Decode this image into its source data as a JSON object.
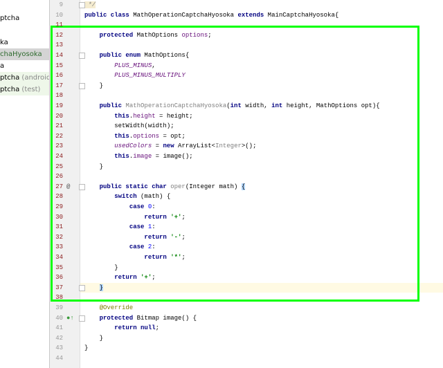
{
  "project_tree": [
    {
      "label": "ptcha",
      "suffix": "",
      "state": "normal"
    },
    {
      "label": "ka",
      "suffix": "",
      "state": "normal"
    },
    {
      "label": "chaHyosoka",
      "suffix": "",
      "state": "selected"
    },
    {
      "label": "a",
      "suffix": "",
      "state": "normal"
    },
    {
      "label": "ptcha",
      "suffix": " (androidTest)",
      "state": "test"
    },
    {
      "label": "ptcha",
      "suffix": " (test)",
      "state": "test"
    }
  ],
  "highlight_color": "#00ff00",
  "current_line": 37,
  "lines": [
    {
      "n": 9,
      "tokens": [
        {
          "t": " */",
          "c": "cmt"
        }
      ]
    },
    {
      "n": 10,
      "tokens": [
        {
          "t": "public class ",
          "c": "kw"
        },
        {
          "t": "MathOperationCaptchaHyosoka "
        },
        {
          "t": "extends ",
          "c": "kw"
        },
        {
          "t": "MainCaptchaHyosoka{"
        }
      ]
    },
    {
      "n": 11,
      "tokens": []
    },
    {
      "n": 12,
      "tokens": [
        {
          "t": "    protected ",
          "c": "kw"
        },
        {
          "t": "MathOptions "
        },
        {
          "t": "options",
          "c": "fld"
        },
        {
          "t": ";"
        }
      ]
    },
    {
      "n": 13,
      "tokens": []
    },
    {
      "n": 14,
      "tokens": [
        {
          "t": "    public enum ",
          "c": "kw"
        },
        {
          "t": "MathOptions{"
        }
      ]
    },
    {
      "n": 15,
      "tokens": [
        {
          "t": "        "
        },
        {
          "t": "PLUS_MINUS",
          "c": "ifld"
        },
        {
          "t": ","
        }
      ]
    },
    {
      "n": 16,
      "tokens": [
        {
          "t": "        "
        },
        {
          "t": "PLUS_MINUS_MULTIPLY",
          "c": "ifld"
        }
      ]
    },
    {
      "n": 17,
      "tokens": [
        {
          "t": "    }"
        }
      ]
    },
    {
      "n": 18,
      "tokens": []
    },
    {
      "n": 19,
      "tokens": [
        {
          "t": "    public ",
          "c": "kw"
        },
        {
          "t": "MathOperationCaptchaHyosoka",
          "c": "gry"
        },
        {
          "t": "("
        },
        {
          "t": "int ",
          "c": "kw"
        },
        {
          "t": "width, "
        },
        {
          "t": "int ",
          "c": "kw"
        },
        {
          "t": "height, MathOptions opt){"
        }
      ]
    },
    {
      "n": 20,
      "tokens": [
        {
          "t": "        "
        },
        {
          "t": "this",
          "c": "kw"
        },
        {
          "t": "."
        },
        {
          "t": "height",
          "c": "fld"
        },
        {
          "t": " = height;"
        }
      ]
    },
    {
      "n": 21,
      "tokens": [
        {
          "t": "        setWidth(width);"
        }
      ]
    },
    {
      "n": 22,
      "tokens": [
        {
          "t": "        "
        },
        {
          "t": "this",
          "c": "kw"
        },
        {
          "t": "."
        },
        {
          "t": "options",
          "c": "fld"
        },
        {
          "t": " = opt;"
        }
      ]
    },
    {
      "n": 23,
      "tokens": [
        {
          "t": "        "
        },
        {
          "t": "usedColors",
          "c": "ifld"
        },
        {
          "t": " = "
        },
        {
          "t": "new ",
          "c": "kw"
        },
        {
          "t": "ArrayList<"
        },
        {
          "t": "Integer",
          "c": "gry"
        },
        {
          "t": ">();"
        }
      ]
    },
    {
      "n": 24,
      "tokens": [
        {
          "t": "        "
        },
        {
          "t": "this",
          "c": "kw"
        },
        {
          "t": "."
        },
        {
          "t": "image",
          "c": "fld"
        },
        {
          "t": " = image();"
        }
      ]
    },
    {
      "n": 25,
      "tokens": [
        {
          "t": "    }"
        }
      ]
    },
    {
      "n": 26,
      "tokens": []
    },
    {
      "n": 27,
      "tokens": [
        {
          "t": "    public static char ",
          "c": "kw"
        },
        {
          "t": "oper",
          "c": "gry"
        },
        {
          "t": "(Integer math) "
        },
        {
          "t": "{",
          "c": "brc"
        }
      ]
    },
    {
      "n": 28,
      "tokens": [
        {
          "t": "        "
        },
        {
          "t": "switch ",
          "c": "kw"
        },
        {
          "t": "(math) {"
        }
      ]
    },
    {
      "n": 29,
      "tokens": [
        {
          "t": "            "
        },
        {
          "t": "case ",
          "c": "kw"
        },
        {
          "t": "0",
          "c": "num"
        },
        {
          "t": ":"
        }
      ]
    },
    {
      "n": 30,
      "tokens": [
        {
          "t": "                "
        },
        {
          "t": "return ",
          "c": "kw"
        },
        {
          "t": "'+'",
          "c": "str"
        },
        {
          "t": ";"
        }
      ]
    },
    {
      "n": 31,
      "tokens": [
        {
          "t": "            "
        },
        {
          "t": "case ",
          "c": "kw"
        },
        {
          "t": "1",
          "c": "num"
        },
        {
          "t": ":"
        }
      ]
    },
    {
      "n": 32,
      "tokens": [
        {
          "t": "                "
        },
        {
          "t": "return ",
          "c": "kw"
        },
        {
          "t": "'-'",
          "c": "str"
        },
        {
          "t": ";"
        }
      ]
    },
    {
      "n": 33,
      "tokens": [
        {
          "t": "            "
        },
        {
          "t": "case ",
          "c": "kw"
        },
        {
          "t": "2",
          "c": "num"
        },
        {
          "t": ":"
        }
      ]
    },
    {
      "n": 34,
      "tokens": [
        {
          "t": "                "
        },
        {
          "t": "return ",
          "c": "kw"
        },
        {
          "t": "'*'",
          "c": "str"
        },
        {
          "t": ";"
        }
      ]
    },
    {
      "n": 35,
      "tokens": [
        {
          "t": "        }"
        }
      ]
    },
    {
      "n": 36,
      "tokens": [
        {
          "t": "        "
        },
        {
          "t": "return ",
          "c": "kw"
        },
        {
          "t": "'+'",
          "c": "str"
        },
        {
          "t": ";"
        }
      ]
    },
    {
      "n": 37,
      "tokens": [
        {
          "t": "    "
        },
        {
          "t": "}",
          "c": "brc"
        }
      ]
    },
    {
      "n": 38,
      "tokens": []
    },
    {
      "n": 39,
      "tokens": [
        {
          "t": "    @Override",
          "c": "ann"
        }
      ]
    },
    {
      "n": 40,
      "tokens": [
        {
          "t": "    protected ",
          "c": "kw"
        },
        {
          "t": "Bitmap image() {"
        }
      ]
    },
    {
      "n": 41,
      "tokens": [
        {
          "t": "        "
        },
        {
          "t": "return null",
          "c": "kw"
        },
        {
          "t": ";"
        }
      ]
    },
    {
      "n": 42,
      "tokens": [
        {
          "t": "    }"
        }
      ]
    },
    {
      "n": 43,
      "tokens": [
        {
          "t": "}"
        }
      ]
    },
    {
      "n": 44,
      "tokens": []
    }
  ],
  "gutter_icons": [
    {
      "line": 27,
      "icon": "at-override-icon",
      "glyph": "@"
    },
    {
      "line": 40,
      "icon": "implements-up-arrow-icon",
      "glyph": "●↑"
    }
  ],
  "fold_markers": [
    9,
    14,
    17,
    27,
    37,
    40
  ]
}
